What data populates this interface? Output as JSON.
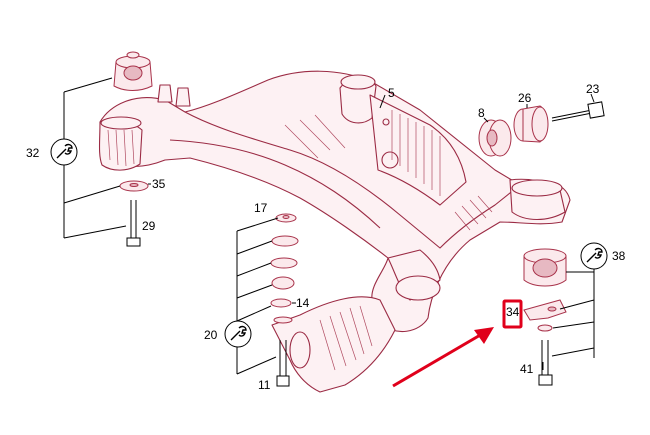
{
  "callouts": {
    "c5": "5",
    "c8": "8",
    "c26": "26",
    "c23": "23",
    "c32": "32",
    "c35": "35",
    "c29": "29",
    "c17": "17",
    "c14": "14",
    "c20": "20",
    "c11": "11",
    "c38": "38",
    "c34": "34",
    "c41": "41"
  },
  "colors": {
    "highlight_box": "#e0001b",
    "arrow": "#e0001b",
    "part_line": "#9b2b44"
  },
  "icons": [
    "wrench-icon",
    "wrench-icon",
    "wrench-icon"
  ]
}
